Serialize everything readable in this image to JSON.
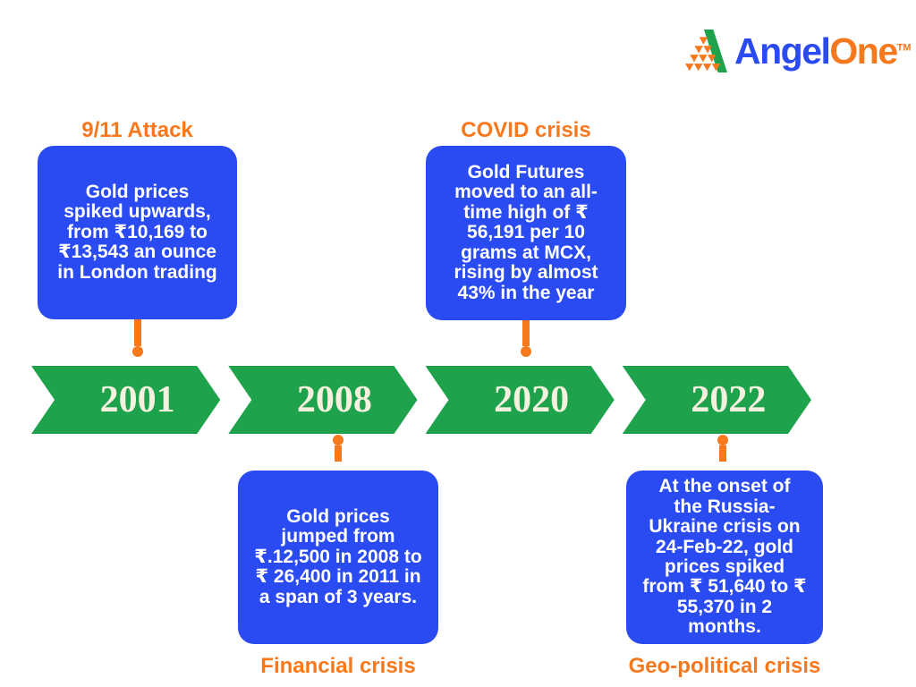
{
  "logo": {
    "brand_part1": "Angel",
    "brand_part2": "One",
    "trademark": "TM",
    "icon": "angelone-pyramid-icon"
  },
  "colors": {
    "box_blue": "#2B4BF2",
    "timeline_green": "#1FA24C",
    "accent_orange": "#F7781D",
    "year_cream": "#F6F1DF"
  },
  "timeline": {
    "years": {
      "y2001": "2001",
      "y2008": "2008",
      "y2020": "2020",
      "y2022": "2022"
    }
  },
  "events": [
    {
      "year": "2001",
      "label": "9/11 Attack",
      "position": "top",
      "description": "Gold prices spiked upwards, from ₹10,169 to ₹13,543 an ounce in London trading"
    },
    {
      "year": "2008",
      "label": "Financial crisis",
      "position": "bottom",
      "description": "Gold prices jumped from ₹.12,500 in 2008 to ₹ 26,400 in 2011 in a span of 3 years."
    },
    {
      "year": "2020",
      "label": "COVID crisis",
      "position": "top",
      "description": "Gold Futures moved to an all-time high of ₹ 56,191 per 10 grams at MCX, rising by almost 43% in the year"
    },
    {
      "year": "2022",
      "label": "Geo-political crisis",
      "position": "bottom",
      "description": "At the onset of the Russia-Ukraine crisis on 24-Feb-22, gold prices spiked from ₹ 51,640 to ₹ 55,370 in 2 months."
    }
  ]
}
